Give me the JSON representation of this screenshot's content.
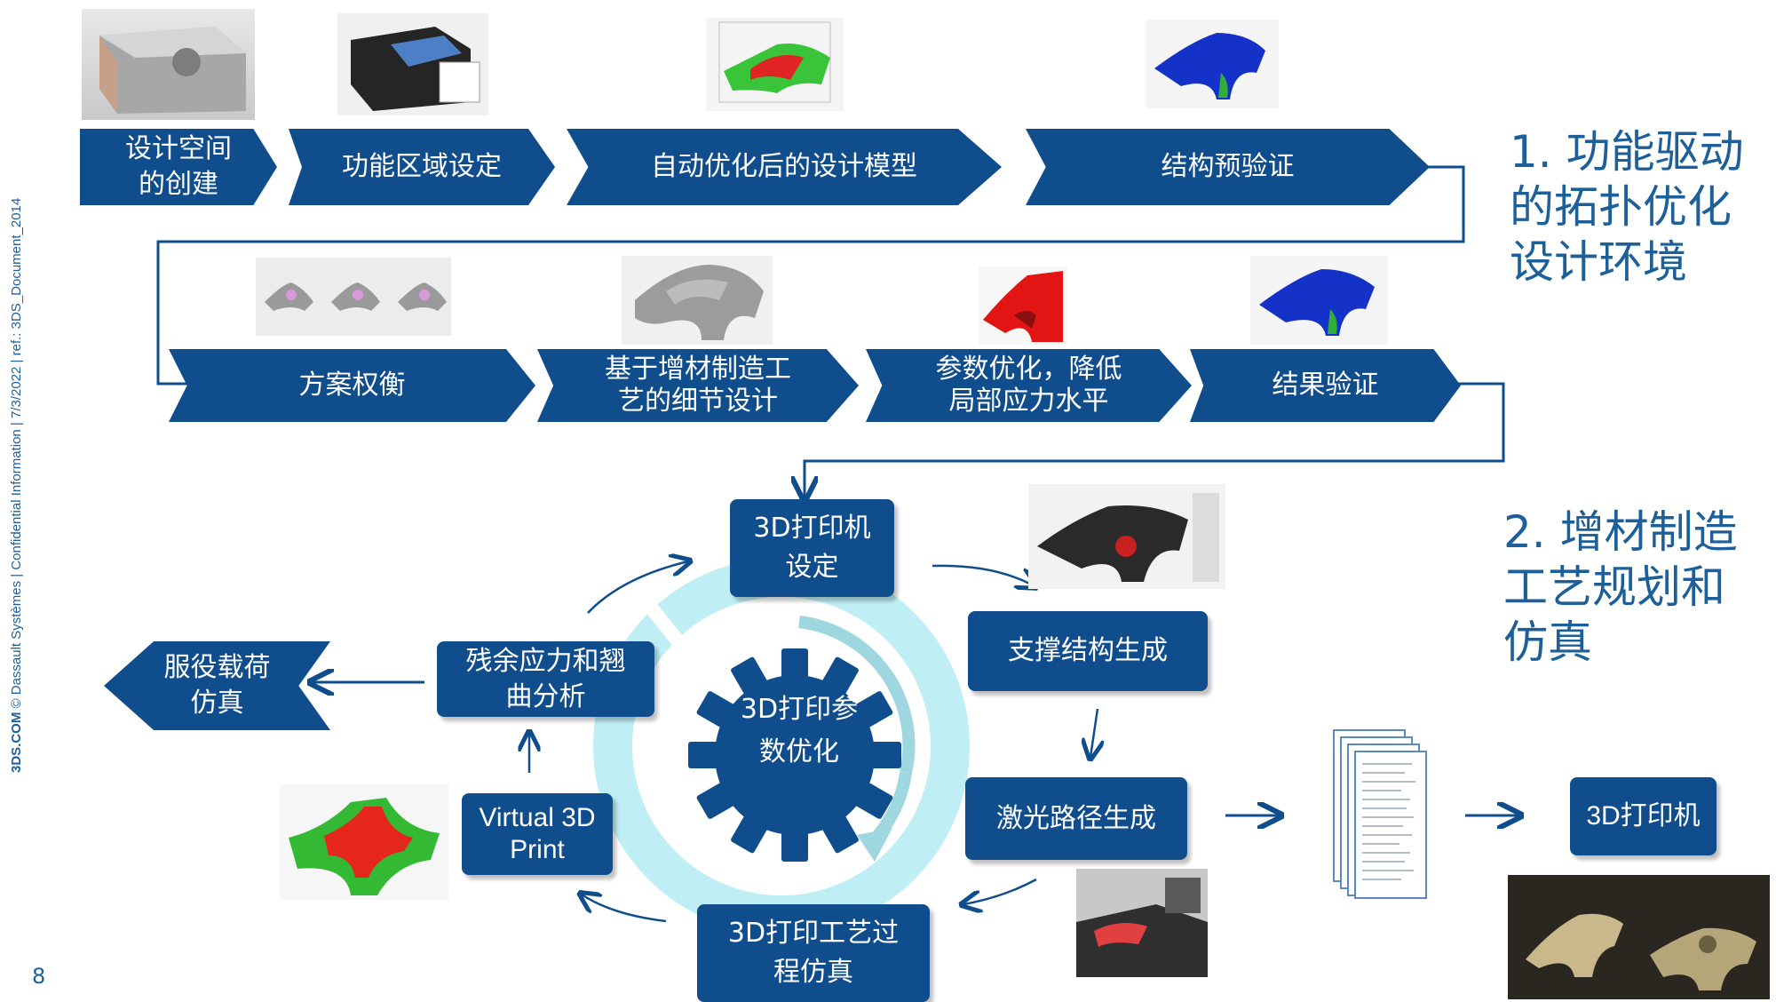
{
  "side_text": {
    "brand": "3DS.COM",
    "rest": " © Dassault Systèmes | Confidential Information | 7/3/2022 | ref.: 3DS_Document_2014"
  },
  "page_number": "8",
  "headings": {
    "h1": "1. 功能驱动\n的拓扑优化\n设计环境",
    "h2": "2. 增材制造\n工艺规划和\n仿真"
  },
  "row1": [
    {
      "label": "设计空间\n的创建"
    },
    {
      "label": "功能区域设定"
    },
    {
      "label": "自动优化后的设计模型"
    },
    {
      "label": "结构预验证"
    }
  ],
  "row2": [
    {
      "label": "方案权衡"
    },
    {
      "label": "基于增材制造工\n艺的细节设计"
    },
    {
      "label": "参数优化，降低\n局部应力水平"
    },
    {
      "label": "结果验证"
    }
  ],
  "cycle": {
    "center": "3D打印参\n数优化",
    "printer_setup": "3D打印机\n设定",
    "support": "支撑结构生成",
    "laser": "激光路径生成",
    "process_sim": "3D打印工艺过\n程仿真",
    "virtual": "Virtual 3D\nPrint",
    "residual": "残余应力和翘\n曲分析",
    "service": "服役载荷\n仿真"
  },
  "printer_final": "3D打印机",
  "colors": {
    "primary": "#0f4d8c",
    "accent": "#1d5f99",
    "ring": "#bfeff4"
  }
}
